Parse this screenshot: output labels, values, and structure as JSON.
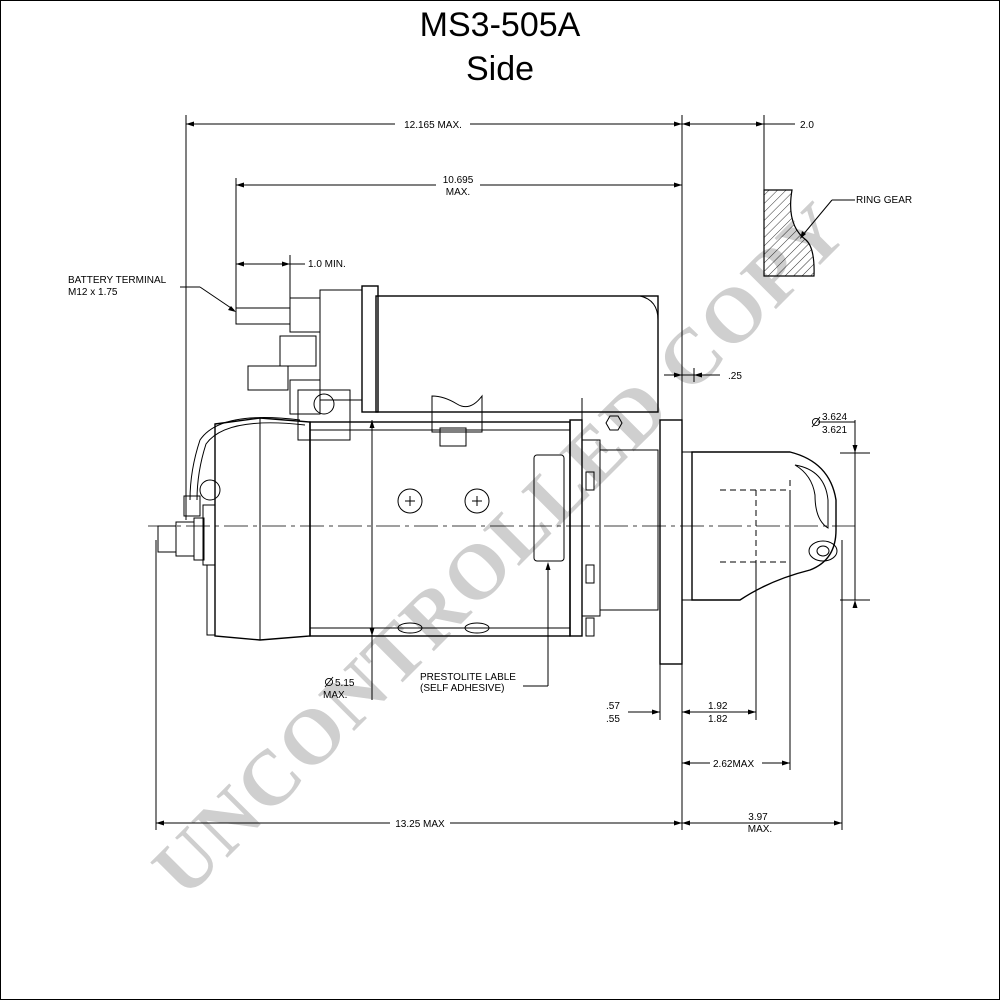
{
  "header": {
    "model": "MS3-505A",
    "view": "Side"
  },
  "watermark": "UNCONTROLLED COPY",
  "dimensions": {
    "overall_max": "12.165 MAX.",
    "gear_width": "2.0",
    "body_max_value": "10.695",
    "body_max_unit": "MAX.",
    "terminal_min": "1.0 MIN.",
    "flange_gap": ".25",
    "pilot_dia_upper": "3.624",
    "pilot_dia_lower": "3.621",
    "body_dia_value": "5.15",
    "body_dia_unit": "MAX.",
    "flange_upper": ".57",
    "flange_lower": ".55",
    "pinion_upper": "1.92",
    "pinion_lower": "1.82",
    "nose_max": "2.62MAX",
    "total_max": "13.25 MAX",
    "front_value": "3.97",
    "front_unit": "MAX."
  },
  "labels": {
    "battery_terminal": "BATTERY TERMINAL",
    "battery_thread": "M12 x 1.75",
    "ring_gear": "RING GEAR",
    "prestolite_label": "PRESTOLITE LABLE",
    "self_adhesive": "(SELF ADHESIVE)"
  },
  "symbols": {
    "diameter": "diameter-icon"
  }
}
